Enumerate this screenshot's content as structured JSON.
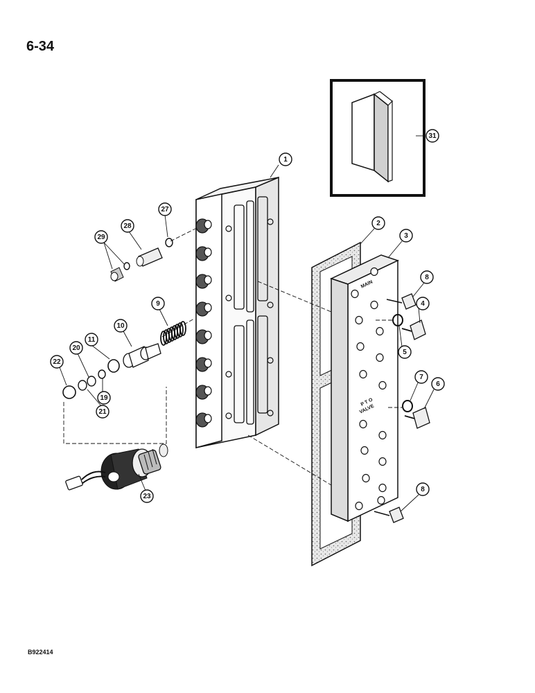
{
  "page": {
    "number": "6-34",
    "code": "B922414"
  },
  "callouts": [
    {
      "id": "c1",
      "label": "1"
    },
    {
      "id": "c2",
      "label": "2"
    },
    {
      "id": "c3",
      "label": "3"
    },
    {
      "id": "c4",
      "label": "4"
    },
    {
      "id": "c5",
      "label": "5"
    },
    {
      "id": "c6",
      "label": "6"
    },
    {
      "id": "c7",
      "label": "7"
    },
    {
      "id": "c8a",
      "label": "8"
    },
    {
      "id": "c8b",
      "label": "8"
    },
    {
      "id": "c9",
      "label": "9"
    },
    {
      "id": "c10",
      "label": "10"
    },
    {
      "id": "c11",
      "label": "11"
    },
    {
      "id": "c19",
      "label": "19"
    },
    {
      "id": "c20",
      "label": "20"
    },
    {
      "id": "c21",
      "label": "21"
    },
    {
      "id": "c22",
      "label": "22"
    },
    {
      "id": "c23",
      "label": "23"
    },
    {
      "id": "c27",
      "label": "27"
    },
    {
      "id": "c28",
      "label": "28"
    },
    {
      "id": "c29",
      "label": "29"
    },
    {
      "id": "c31",
      "label": "31"
    }
  ],
  "plate_labels": {
    "main": "MAIN",
    "pto": "P T O",
    "valve": "VALVE"
  },
  "icons": {
    "valve_body": "valve-body-icon",
    "gasket": "gasket-icon",
    "cover_plate": "cover-plate-icon",
    "solenoid": "solenoid-icon",
    "inset_bracket": "angle-bracket-icon"
  }
}
